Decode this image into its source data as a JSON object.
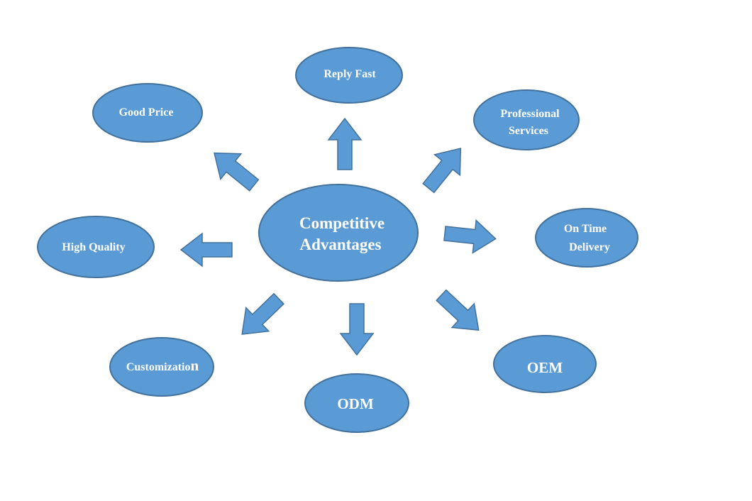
{
  "diagram": {
    "center": {
      "line1": "Competitive",
      "line2": "Advantages"
    },
    "nodes": {
      "reply_fast": "Reply Fast",
      "good_price": "Good Price",
      "professional_line1": "Professional",
      "professional_line2": "Services",
      "high_quality": "High Quality",
      "on_time_line1": "On Time",
      "on_time_line2": "Delivery",
      "customization": "Customizatio",
      "customization_last": "n",
      "odm": "ODM",
      "oem": "OEM"
    },
    "colors": {
      "fill": "#5B9BD5",
      "stroke": "#41719C",
      "text": "#FFFFFF"
    }
  }
}
